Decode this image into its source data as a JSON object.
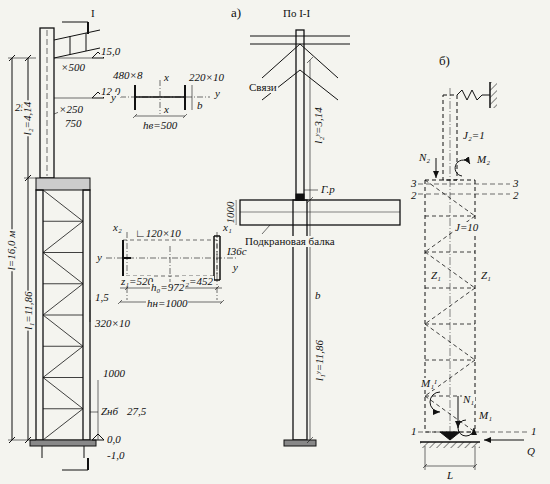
{
  "diagram": {
    "labels": [
      "а)",
      "I",
      "15,0",
      "×500",
      "250",
      "×250",
      "750",
      "12,0",
      "l₂=4,14",
      "l=16,0 м",
      "l₁=11,86",
      "1,5",
      "320×10",
      "1000",
      "Zнб",
      "27,5",
      "0,0",
      "-1,0",
      "480×8",
      "x",
      "220×10",
      "y",
      "y",
      "b",
      "x",
      "hв=500",
      "x₂",
      "x₁",
      "∟120×10",
      "I36с",
      "y",
      "y",
      "z₁=520",
      "z₂=452",
      "h₀=972",
      "hн=1000",
      "По I-I",
      "Связи",
      "l₂ʸ=3,14",
      "1000",
      "Г.р",
      "Подкрановая балка",
      "l₁ʸ=11,86",
      "b",
      "б)",
      "J₂=1",
      "N₂",
      "M₂",
      "3",
      "3",
      "2",
      "2",
      "J=10",
      "Z₁",
      "Z₁",
      "M₁ᴵ",
      "N₁",
      "M₁",
      "1",
      "1",
      "Q",
      "L"
    ]
  }
}
